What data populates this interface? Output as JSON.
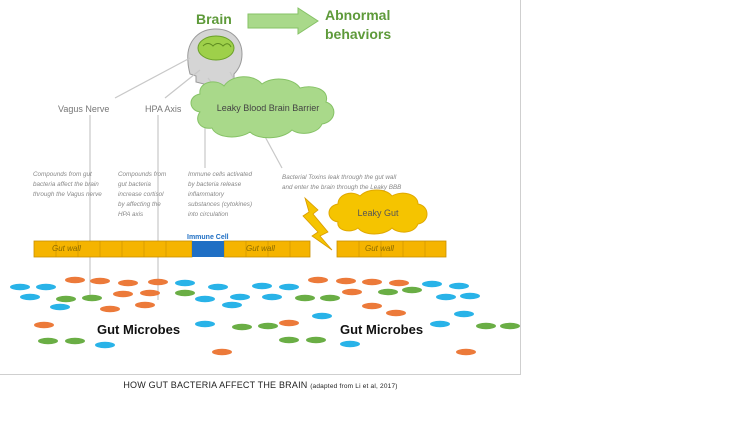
{
  "labels": {
    "brain": "Brain",
    "abnormal_1": "Abnormal",
    "abnormal_2": "behaviors",
    "vagus": "Vagus Nerve",
    "hpa": "HPA Axis",
    "leaky_bbb": "Leaky Blood Brain Barrier",
    "leaky_gut": "Leaky Gut",
    "immune_cell": "Immune Cell",
    "gut_wall": "Gut wall",
    "gut_microbes": "Gut Microbes"
  },
  "notes": {
    "vagus_1": "Compounds from gut",
    "vagus_2": "bacteria affect the brain",
    "vagus_3": "through the Vagus nerve",
    "hpa_1": "Compounds from",
    "hpa_2": "gut bacteria",
    "hpa_3": "increase cortisol",
    "hpa_4": "by affecting the",
    "hpa_5": "HPA axis",
    "immune_1": "Immune cells activated",
    "immune_2": "by bacteria release",
    "immune_3": "inflammatory",
    "immune_4": "substances (cytokines)",
    "immune_5": "into circulation",
    "toxins_1": "Bacterial Toxins leak through the gut  wall",
    "toxins_2": "and enter the brain through the Leaky BBB"
  },
  "caption": {
    "main": "HOW GUT BACTERIA AFFECT THE BRAIN",
    "source": "(adapted from Li et al, 2017)"
  },
  "colors": {
    "green_text": "#5e9a3a",
    "cloud": "#a9d98a",
    "cloud_stroke": "#86c266",
    "gut_wall": "#f5b400",
    "immune": "#1f6fc4",
    "orange": "#ec7a3a",
    "blue": "#29b3e8",
    "green": "#6aae45"
  }
}
